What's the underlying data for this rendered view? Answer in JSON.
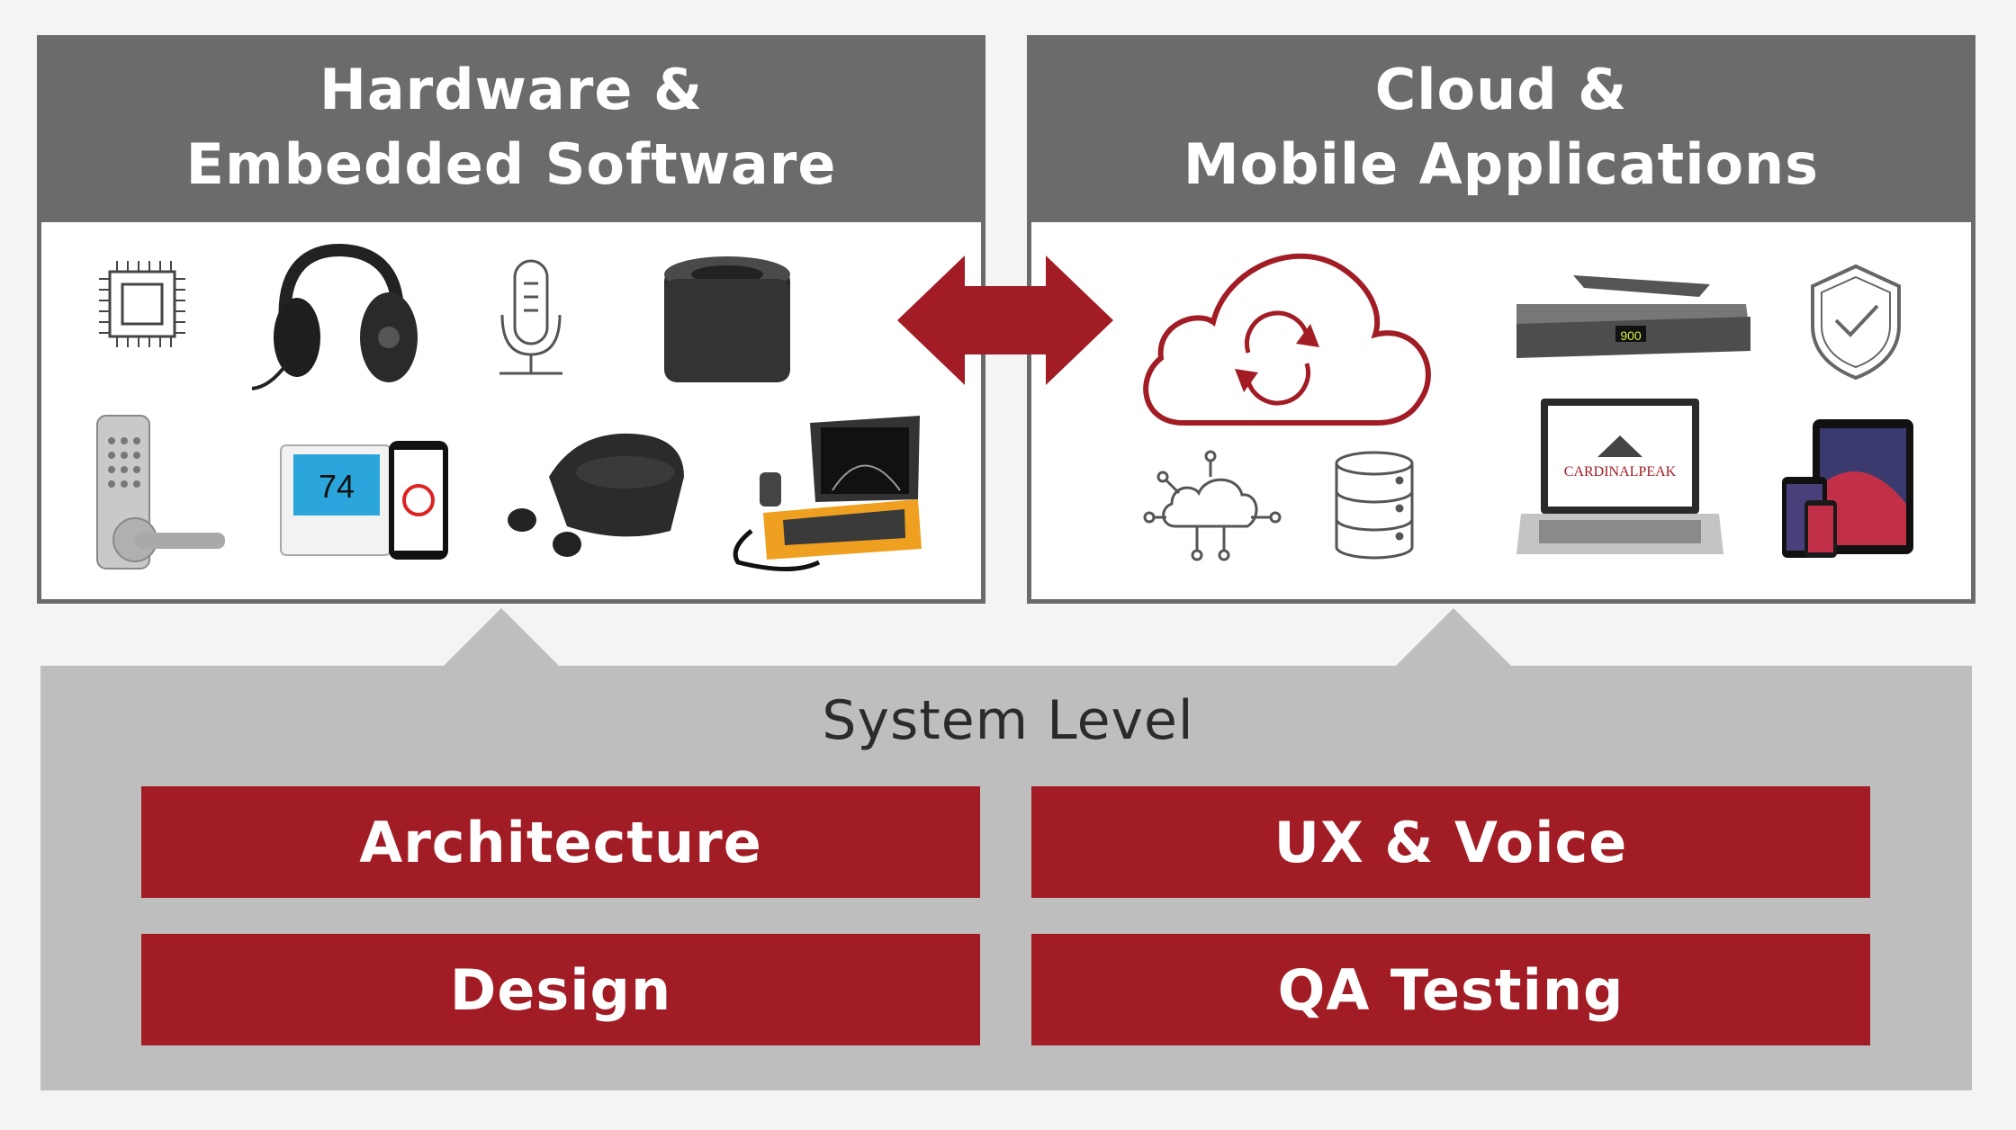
{
  "left_panel": {
    "title_line1": "Hardware &",
    "title_line2": "Embedded Software"
  },
  "right_panel": {
    "title_line1": "Cloud &",
    "title_line2": "Mobile Applications",
    "laptop_screen_text": "CARDINALPEAK",
    "settop_display": "900"
  },
  "system": {
    "title": "System Level",
    "items": [
      "Architecture",
      "UX & Voice",
      "Design",
      "QA Testing"
    ]
  },
  "colors": {
    "header_gray": "#6b6b6b",
    "accent_red": "#a11c24",
    "system_gray": "#bebebe"
  }
}
